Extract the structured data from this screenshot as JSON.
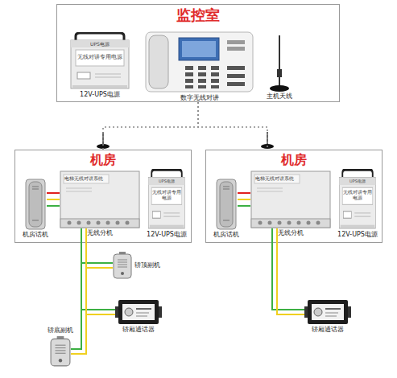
{
  "diagram": {
    "nodes": [
      {
        "text": [
          "监控室"
        ]
      },
      {
        "text": [
          "12V-UPS电源"
        ],
        "in": 0
      },
      {
        "text": [
          "数字无线对讲"
        ],
        "in": 0
      },
      {
        "text": [
          "主机天线"
        ],
        "in": 0
      },
      {
        "text": [
          "机房"
        ]
      },
      {
        "text": [
          "机房话机"
        ],
        "in": 4
      },
      {
        "text": [
          "无线分机"
        ],
        "in": 4
      },
      {
        "text": [
          "12V-UPS电源"
        ],
        "in": 4
      },
      {
        "text": [
          "机房"
        ]
      },
      {
        "text": [
          "机房话机"
        ],
        "in": 8
      },
      {
        "text": [
          "无线分机"
        ],
        "in": 8
      },
      {
        "text": [
          "12V-UPS电源"
        ],
        "in": 8
      },
      {
        "text": [
          "轿顶副机"
        ]
      },
      {
        "text": [
          "轿厢通话器"
        ]
      },
      {
        "text": [
          "轿底副机"
        ]
      },
      {
        "text": [
          "轿厢通话器"
        ]
      }
    ],
    "edges": [
      {
        "from": 0,
        "to": 4,
        "arrow": "none"
      },
      {
        "from": 0,
        "to": 8,
        "arrow": "none"
      },
      {
        "from": 5,
        "to": 6,
        "arrow": "none"
      },
      {
        "from": 6,
        "to": 12,
        "arrow": "none"
      },
      {
        "from": 6,
        "to": 13,
        "arrow": "none"
      },
      {
        "from": 6,
        "to": 14,
        "arrow": "none"
      },
      {
        "from": 9,
        "to": 10,
        "arrow": "none"
      },
      {
        "from": 10,
        "to": 15,
        "arrow": "none"
      }
    ],
    "labels": [
      "UPS电源",
      "无线对讲专用电源",
      "电梯无线对讲系统",
      "UPS电源",
      "无线对讲专用电源",
      "电梯无线对讲系统",
      "UPS电源",
      "无线对讲专用电源"
    ]
  }
}
